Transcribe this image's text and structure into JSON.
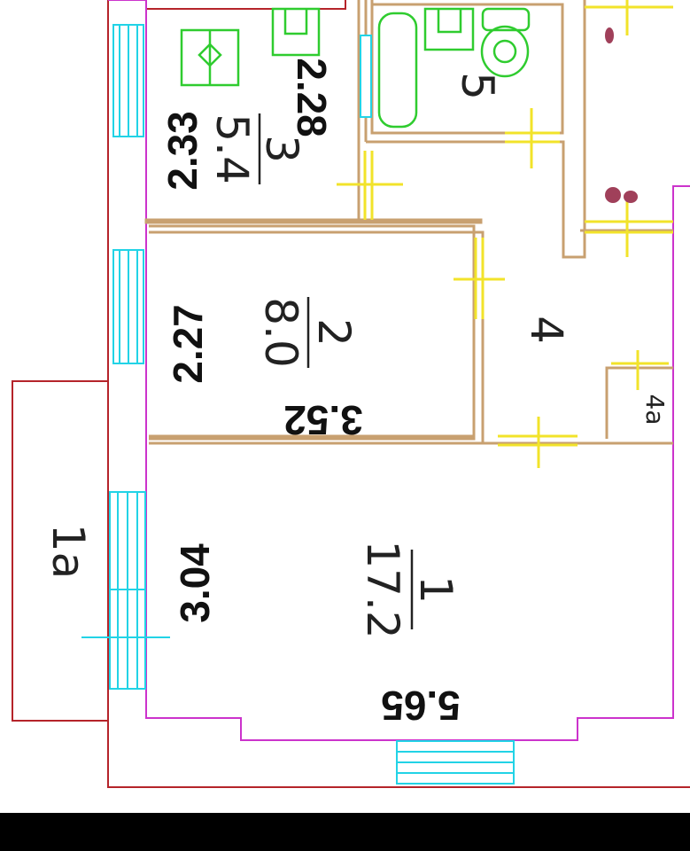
{
  "rooms": {
    "r1": {
      "num": "1",
      "area": "17.2"
    },
    "r2": {
      "num": "2",
      "area": "8.0"
    },
    "r3": {
      "num": "3",
      "area": "5.4"
    },
    "r4": {
      "num": "4"
    },
    "r4a": {
      "num": "4a"
    },
    "r5": {
      "num": "5"
    },
    "r1a": {
      "num": "1a"
    }
  },
  "dims": {
    "d304": "3.04",
    "d565": "5.65",
    "d227": "2.27",
    "d352": "3.52",
    "d233": "2.33",
    "d228": "2.28"
  },
  "colors": {
    "outer_wall": "#b5242a",
    "inner_wall": "#cc33cc",
    "room_wall": "#c8a070",
    "window": "#22d3e6",
    "door": "#f2e32a",
    "fixture": "#2fcc2f"
  }
}
